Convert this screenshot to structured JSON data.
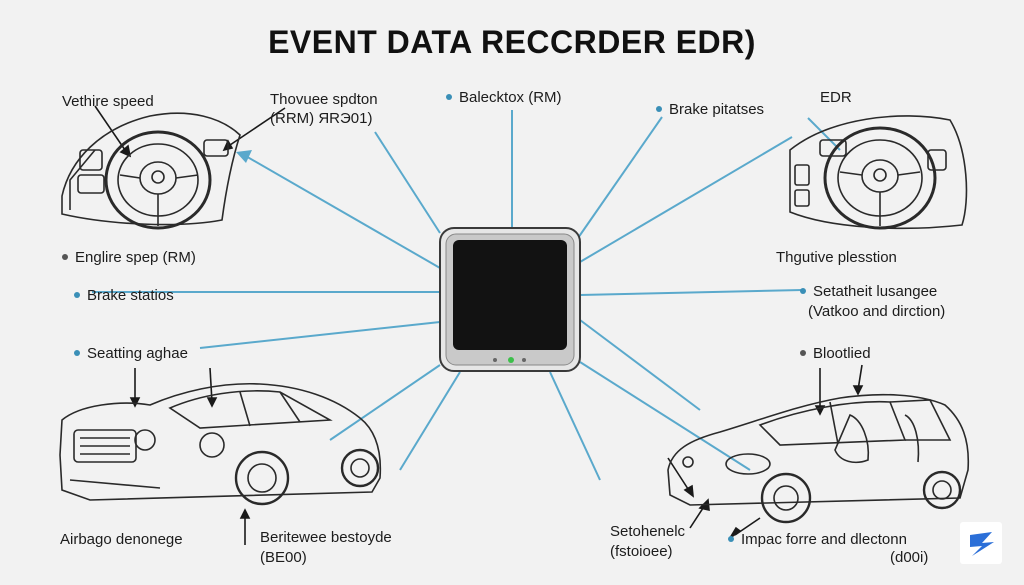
{
  "title": "EVENT DATA RECCRDER EDR)",
  "labels": {
    "vehicle_speed": "Vethire speed",
    "throttle_1": "Thovuee spdton",
    "throttle_2": "(RRM) ЯRЭ01)",
    "balecktox": "Balecktox (RM)",
    "brake_pitatses": "Brake pitatses",
    "edr": "EDR",
    "engine_speed": "Englire spep (RM)",
    "brake_statios": "Brake statios",
    "seating_aghae": "Seatting aghae",
    "thgutive": "Thgutive plesstion",
    "setatheit_1": "Setatheit lusangee",
    "setatheit_2": "(Vatkoo and dirction)",
    "blootlied": "Blootlied",
    "airbag": "Airbago denonege",
    "beritewee_1": "Beritewee bestoyde",
    "beritewee_2": "(BE00)",
    "setohenelc_1": "Setohenelc",
    "setohenelc_2": "(fstoioee)",
    "impact_1": "Impac forre and dlectonn",
    "impact_2": "(d00i)"
  },
  "colors": {
    "line": "#5aa9cc",
    "arrow": "#1a1a1a",
    "device_frame": "#9a9a9a",
    "screen": "#121212",
    "led": "#3cbf4a",
    "logo": "#2b6fd8"
  }
}
